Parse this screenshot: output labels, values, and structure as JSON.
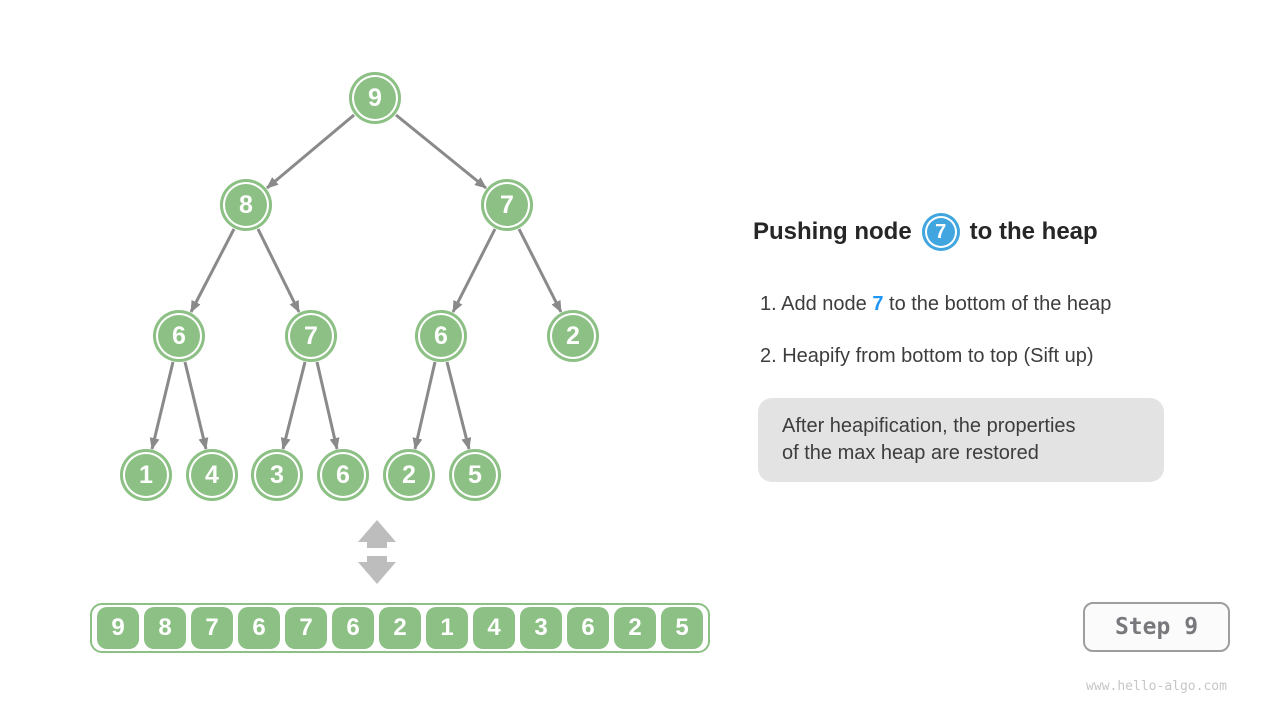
{
  "title": {
    "pre": "Pushing node",
    "node_value": "7",
    "post": "to the heap"
  },
  "instructions": {
    "item1_pre": "1. Add node ",
    "item1_highlight": "7",
    "item1_post": " to the bottom of the heap",
    "item2": "2. Heapify from bottom to top (Sift up)"
  },
  "note": {
    "line1": "After heapification, the properties",
    "line2": "of the max heap are restored"
  },
  "step_label": "Step 9",
  "watermark": "www.hello-algo.com",
  "chart_data": {
    "type": "table",
    "title": "Max heap after pushing node 7",
    "tree_level_order_values": [
      "9",
      "8",
      "7",
      "6",
      "7",
      "6",
      "2",
      "1",
      "4",
      "3",
      "6",
      "2",
      "5"
    ],
    "array_values": [
      "9",
      "8",
      "7",
      "6",
      "7",
      "6",
      "2",
      "1",
      "4",
      "3",
      "6",
      "2",
      "5"
    ]
  },
  "tree": {
    "values": [
      "9",
      "8",
      "7",
      "6",
      "7",
      "6",
      "2",
      "1",
      "4",
      "3",
      "6",
      "2",
      "5"
    ]
  },
  "array": {
    "values": [
      "9",
      "8",
      "7",
      "6",
      "7",
      "6",
      "2",
      "1",
      "4",
      "3",
      "6",
      "2",
      "5"
    ]
  },
  "colors": {
    "node_green": "#8CC084",
    "node_blue": "#41A6DF",
    "edge_gray": "#8A8A8A",
    "double_arrow_gray": "#BDBDBD",
    "note_bg": "#E3E3E3",
    "highlight_blue": "#2196F3",
    "title_text": "#262626",
    "body_text": "#3D3D3D"
  }
}
